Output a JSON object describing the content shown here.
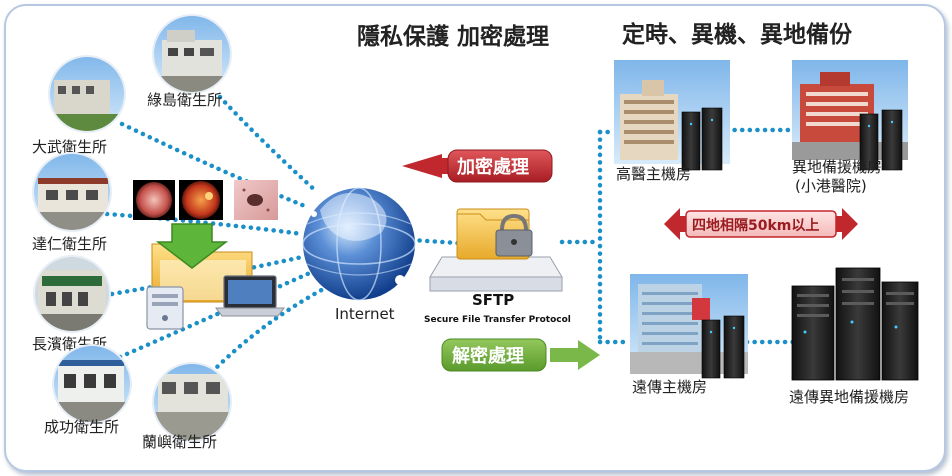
{
  "titles": {
    "privacy": "隱私保護 加密處理",
    "backup": "定時、異機、異地備份"
  },
  "clinics": [
    {
      "label": "綠島衛生所"
    },
    {
      "label": "大武衛生所"
    },
    {
      "label": "達仁衛生所"
    },
    {
      "label": "長濱衛生所"
    },
    {
      "label": "成功衛生所"
    },
    {
      "label": "蘭嶼衛生所"
    }
  ],
  "internet_label": "Internet",
  "encrypt_label": "加密處理",
  "decrypt_label": "解密處理",
  "sftp": {
    "name": "SFTP",
    "full": "Secure File Transfer Protocol"
  },
  "datacenters": {
    "kmu_main": "高醫主機房",
    "offsite_line1": "異地備援機房",
    "offsite_line2": "(小港醫院)",
    "fet_main": "遠傳主機房",
    "fet_offsite": "遠傳異地備援機房"
  },
  "distance_label": "四地相隔50km以上",
  "colors": {
    "link_dots": "#1a8fc8",
    "encrypt_red": "#c0282d",
    "decrypt_green": "#6aa83a",
    "frame_border": "#b7c9e2"
  }
}
